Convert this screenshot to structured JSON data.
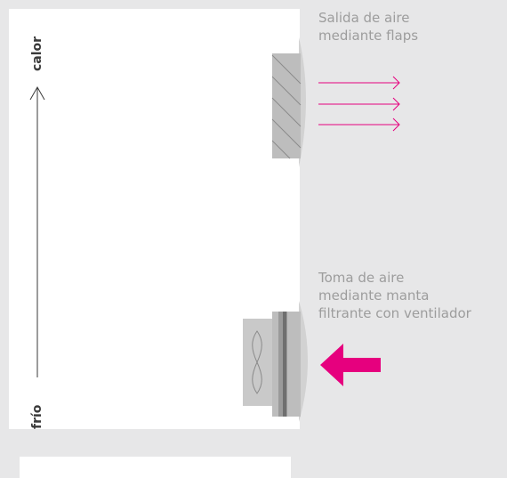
{
  "diagram": {
    "axis": {
      "top_label": "calor",
      "bottom_label": "frío"
    },
    "outlet": {
      "label_lines": [
        "Salida de aire",
        "mediante flaps"
      ],
      "arrow_color": "#e6007e",
      "arrow_count": 3
    },
    "inlet": {
      "label_lines": [
        "Toma de aire",
        "mediante manta",
        "filtrante con ventilador"
      ],
      "arrow_color": "#e6007e"
    },
    "colors": {
      "background": "#e7e7e8",
      "cabinet": "#ffffff",
      "device_gray": "#bdbdbd",
      "device_dark": "#6f6f6f",
      "label_text": "#9d9d9d",
      "axis_text": "#3a3a3a"
    }
  }
}
